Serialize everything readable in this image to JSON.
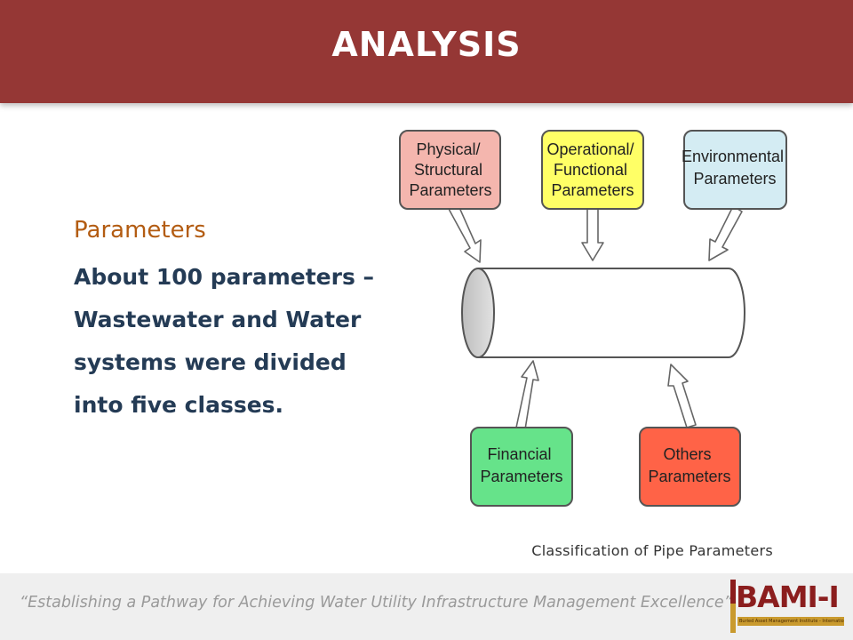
{
  "header": {
    "title": "ANALYSIS",
    "color": "#953735"
  },
  "content": {
    "subheading": "Parameters",
    "paragraph": "About 100 parameters – Wastewater and Water systems were divided into five classes."
  },
  "diagram": {
    "boxes": [
      {
        "id": "physical",
        "lines": [
          "Physical/",
          "Structural",
          "Parameters"
        ],
        "color": "#F4B6AE"
      },
      {
        "id": "operational",
        "lines": [
          "Operational/",
          "Functional",
          "Parameters"
        ],
        "color": "#FFFF66"
      },
      {
        "id": "environmental",
        "lines": [
          "Environmental",
          "Parameters"
        ],
        "color": "#D4ECF3"
      },
      {
        "id": "financial",
        "lines": [
          "Financial",
          "Parameters"
        ],
        "color": "#66E38A"
      },
      {
        "id": "others",
        "lines": [
          "Others",
          "Parameters"
        ],
        "color": "#FF6347"
      }
    ],
    "caption": "Classification of Pipe Parameters"
  },
  "footer": {
    "tagline": "“Establishing a Pathway for Achieving Water Utility Infrastructure Management Excellence”",
    "logo_text": "BAMI-I",
    "logo_subtext": "Buried Asset Management Institute - International"
  }
}
